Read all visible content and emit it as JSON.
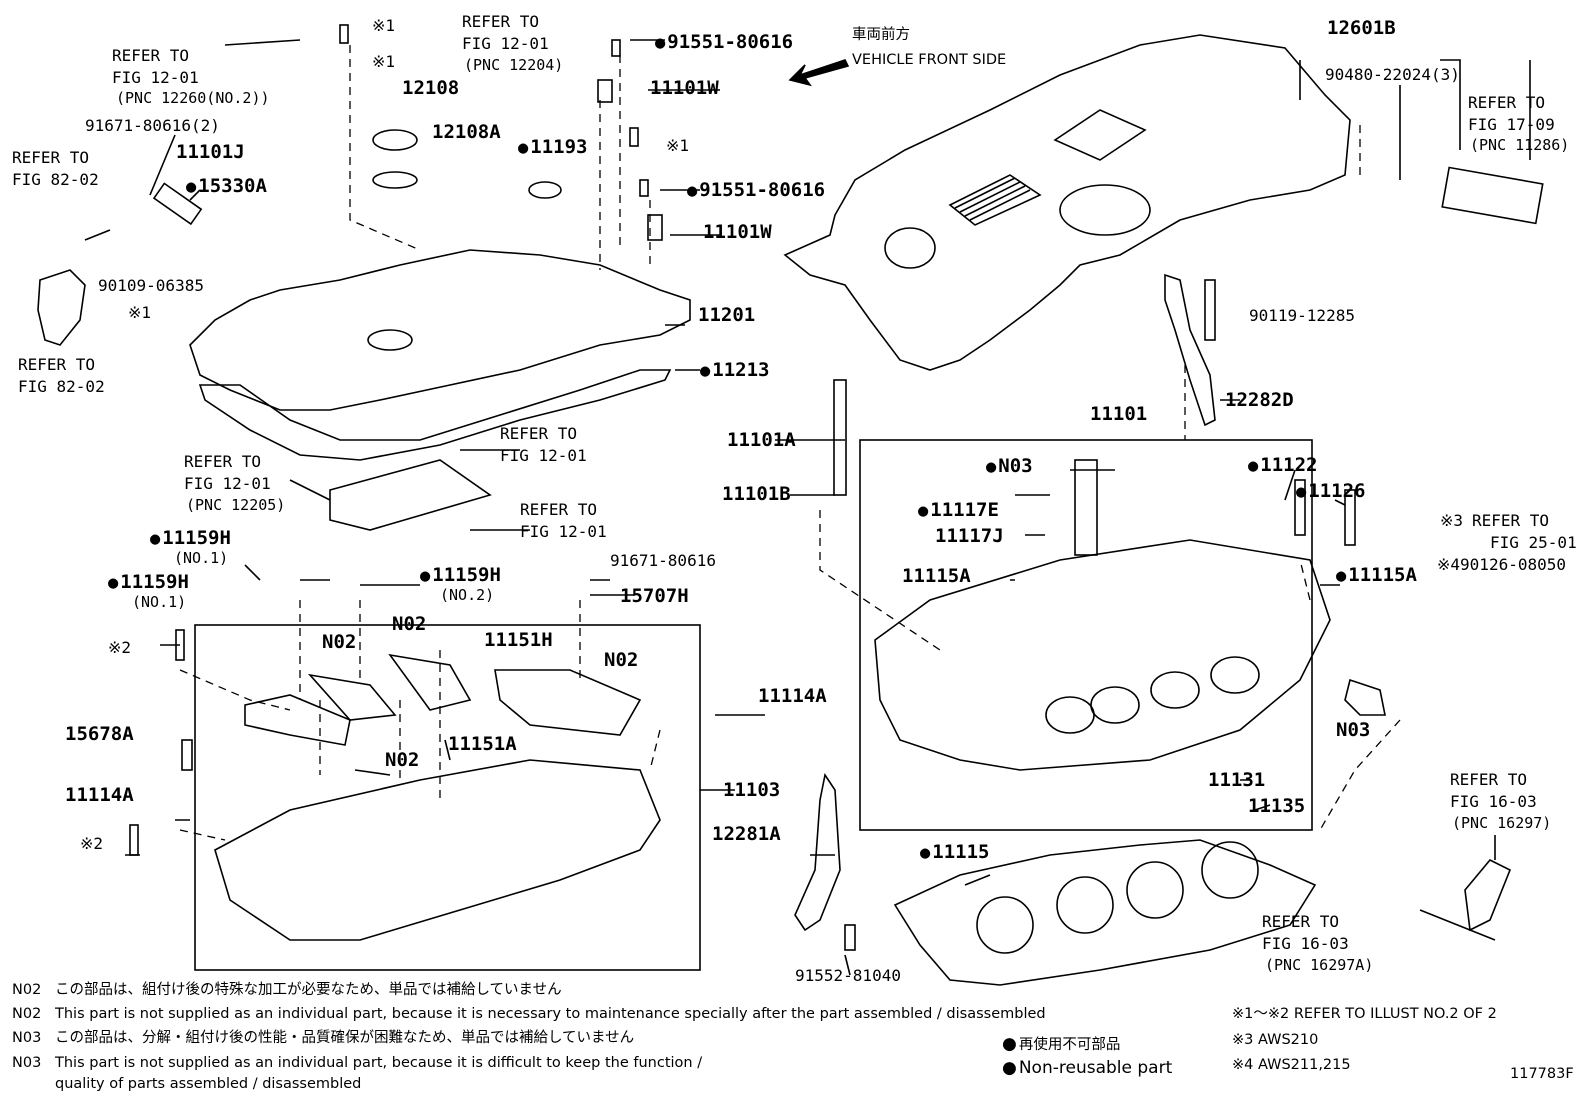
{
  "direction": {
    "jp": "車両前方",
    "en": "VEHICLE FRONT SIDE"
  },
  "labels": {
    "p12601B": "12601B",
    "p90480": "90480-22024(3)",
    "ref1709": "REFER TO",
    "ref1709b": "FIG 17-09",
    "ref1709c": "(PNC 11286)",
    "p91551a": "91551-80616",
    "p91551b": "91551-80616",
    "p11101W_a": "11101W",
    "p11101W_b": "11101W",
    "x1_a": "※1",
    "x1_b": "※1",
    "x1_c": "※1",
    "x1_d": "※1",
    "ref1201a": "REFER TO",
    "ref1201a2": "FIG 12-01",
    "ref1201a3": "(PNC 12204)",
    "ref1201b": "REFER TO",
    "ref1201b2": "FIG 12-01",
    "ref1201b3": "(PNC 12260(NO.2))",
    "p12108": "12108",
    "p12108A": "12108A",
    "p11193": "11193",
    "p91671a": "91671-80616(2)",
    "p11101J": "11101J",
    "p15330A": "15330A",
    "ref8202a": "REFER TO",
    "ref8202a2": "FIG 82-02",
    "ref8202b": "REFER TO",
    "ref8202b2": "FIG 82-02",
    "p90109": "90109-06385",
    "p11201": "11201",
    "p11213": "11213",
    "ref1201c": "REFER TO",
    "ref1201c2": "FIG 12-01",
    "ref1201d": "REFER TO",
    "ref1201d2": "FIG 12-01",
    "ref1201d3": "(PNC 12205)",
    "ref1201e": "REFER TO",
    "ref1201e2": "FIG 12-01",
    "p90119": "90119-12285",
    "p12282D": "12282D",
    "p11101": "11101",
    "p11101A": "11101A",
    "p11101B": "11101B",
    "pN03a": "N03",
    "pN03b": "N03",
    "p11122": "11122",
    "p11126": "11126",
    "p11117E": "11117E",
    "p11117J": "11117J",
    "p11115A_a": "11115A",
    "p11115A_b": "11115A",
    "ref2501": "REFER TO",
    "ref2501b": "FIG 25-01",
    "x3": "※3",
    "p490126": "※490126-08050",
    "p11131": "11131",
    "p11135": "11135",
    "p11159H_a": "11159H",
    "p11159H_a2": "(NO.1)",
    "p11159H_b": "11159H",
    "p11159H_b2": "(NO.1)",
    "p11159H_c": "11159H",
    "p11159H_c2": "(NO.2)",
    "p91671b": "91671-80616",
    "p15707H": "15707H",
    "x2_a": "※2",
    "x2_b": "※2",
    "pN02a": "N02",
    "pN02b": "N02",
    "pN02c": "N02",
    "pN02d": "N02",
    "p11151H": "11151H",
    "p11151A": "11151A",
    "p15678A": "15678A",
    "p11114A_a": "11114A",
    "p11114A_b": "11114A",
    "p11103": "11103",
    "p12281A": "12281A",
    "p91552": "91552-81040",
    "p11115": "11115",
    "ref1603a": "REFER TO",
    "ref1603a2": "FIG 16-03",
    "ref1603a3": "(PNC 16297)",
    "ref1603b": "REFER TO",
    "ref1603b2": "FIG 16-03",
    "ref1603b3": "(PNC 16297A)"
  },
  "notes": [
    {
      "code": "N02",
      "text": "この部品は、組付け後の特殊な加工が必要なため、単品では補給していません"
    },
    {
      "code": "N02",
      "text": "This part is not supplied as an individual part, because it is necessary to maintenance specially after the part assembled / disassembled"
    },
    {
      "code": "N03",
      "text": "この部品は、分解・組付け後の性能・品質確保が困難なため、単品では補給していません"
    },
    {
      "code": "N03",
      "text": "This part is not supplied as an individual part, because it is difficult to keep the function /"
    },
    {
      "code": "",
      "text": "quality of parts  assembled / disassembled"
    }
  ],
  "legend": {
    "refer_illust": "※1～※2  REFER TO ILLUST NO.2 OF 2",
    "aws210": "※3 AWS210",
    "aws211": "※4 AWS211,215",
    "nonreusable_jp": "再使用不可部品",
    "nonreusable_en": "Non-reusable part",
    "figure_id": "117783F"
  }
}
